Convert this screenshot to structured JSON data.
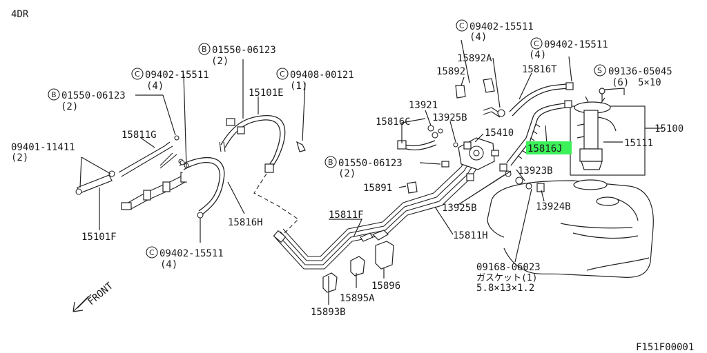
{
  "header": {
    "variant": "4DR"
  },
  "footer": {
    "figure_code": "F151F00001"
  },
  "highlight": {
    "part": "15816J",
    "color": "#3cf05a"
  },
  "front_label": "FRONT",
  "labels": {
    "b_01550_06123_top": {
      "prefix": "B",
      "part": "01550-06123",
      "qty": "(2)"
    },
    "c_09402_15511_left": {
      "prefix": "C",
      "part": "09402-15511",
      "qty": "(4)"
    },
    "c_09408_00121": {
      "prefix": "C",
      "part": "09408-00121",
      "qty": "(1)"
    },
    "b_01550_06123_left": {
      "prefix": "B",
      "part": "01550-06123",
      "qty": "(2)"
    },
    "p15101E": "15101E",
    "p15811G": "15811G",
    "p09401_11411": {
      "part": "09401-11411",
      "qty": "(2)"
    },
    "p15101F": "15101F",
    "p15816H": "15816H",
    "c_09402_15511_bottom": {
      "prefix": "C",
      "part": "09402-15511",
      "qty": "(4)"
    },
    "p15811F": "15811F",
    "p15893B": "15893B",
    "p15895A": "15895A",
    "p15896": "15896",
    "c_09402_15511_top1": {
      "prefix": "C",
      "part": "09402-15511",
      "qty": "(4)"
    },
    "c_09402_15511_top2": {
      "prefix": "C",
      "part": "09402-15511",
      "qty": "(4)"
    },
    "p15892A": "15892A",
    "p15892": "15892",
    "p15816T": "15816T",
    "s_09136_05045": {
      "prefix": "S",
      "part": "09136-05045",
      "qty": "(6)",
      "size": "5×10"
    },
    "p13921": "13921",
    "p15816C": "15816C",
    "p13925B_top": "13925B",
    "p15410": "15410",
    "b_01550_06123_mid": {
      "prefix": "B",
      "part": "01550-06123",
      "qty": "(2)"
    },
    "p15891": "15891",
    "p13925B_mid": "13925B",
    "p15811H": "15811H",
    "p15816J": "15816J",
    "p13923B": "13923B",
    "p13924B": "13924B",
    "p15100": "15100",
    "p15111": "15111",
    "p09168_06023": {
      "part": "09168-06023",
      "desc": "ガスケット(1)",
      "size": "5.8×13×1.2"
    }
  }
}
